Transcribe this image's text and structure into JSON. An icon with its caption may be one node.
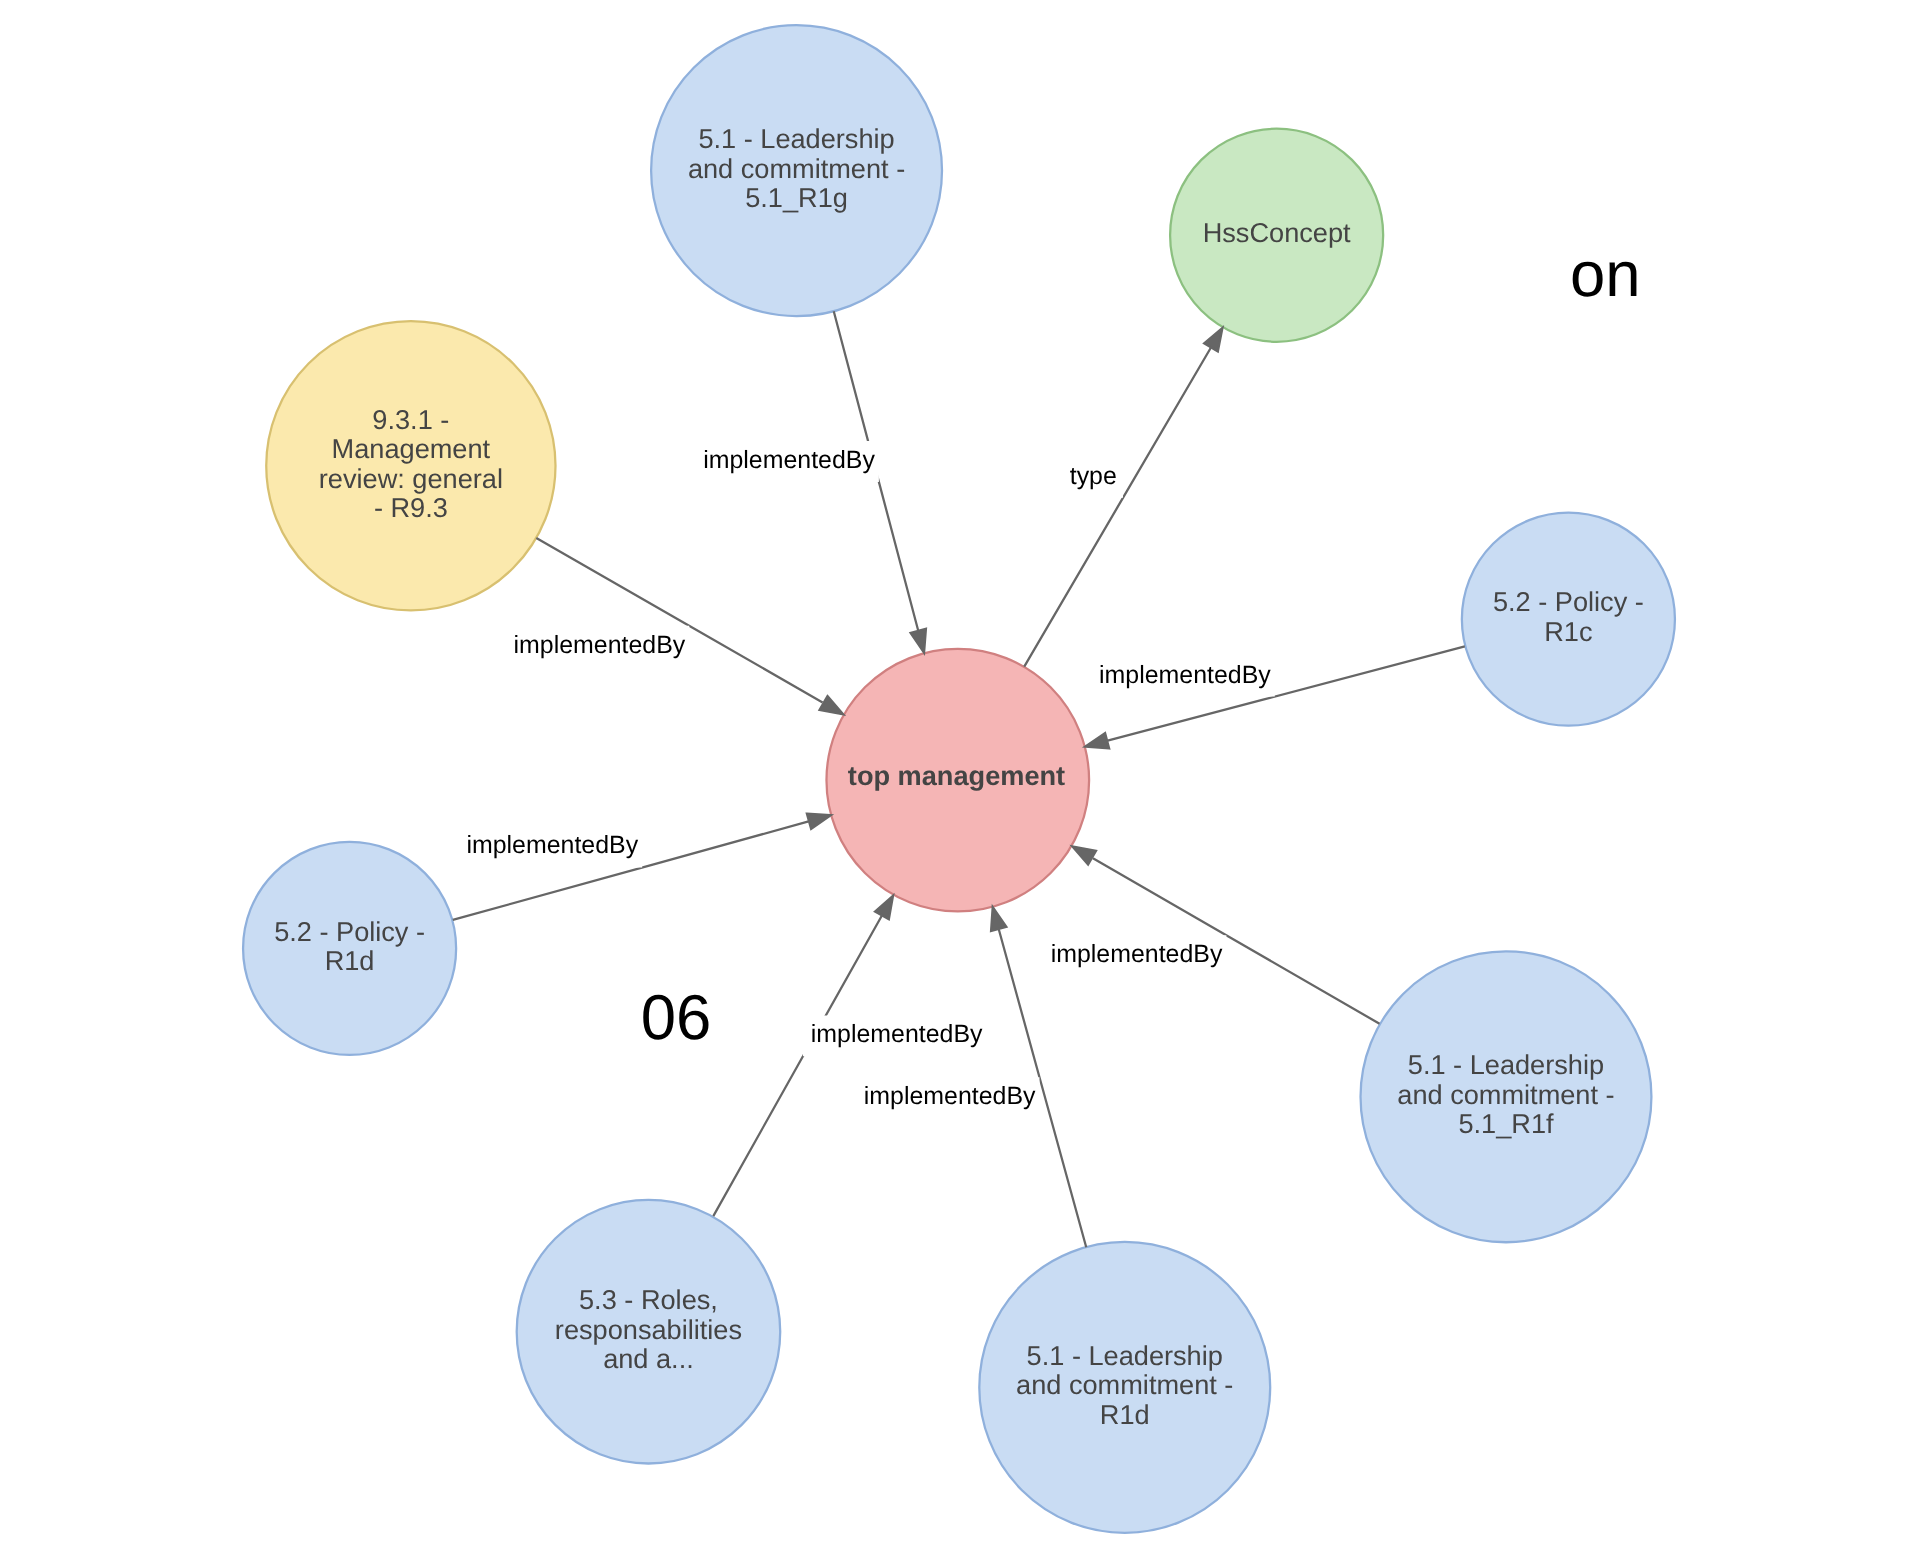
{
  "diagram": {
    "nodes": [
      {
        "text": [
          "top management"
        ]
      },
      {
        "text": [
          "5.2 - Policy - R1c"
        ]
      },
      {
        "text": [
          "5.3 - Roles, responsabilities and a..."
        ]
      },
      {
        "text": [
          "9.3.1 - Management review: general - R9.3"
        ]
      },
      {
        "text": [
          "HssConcept"
        ]
      },
      {
        "text": [
          "5.1 - Leadership and commitment - 5.1_R1g"
        ]
      },
      {
        "text": [
          "5.2 - Policy - R1d"
        ]
      },
      {
        "text": [
          "5.1 - Leadership and commitment - 5.1_R1f"
        ]
      },
      {
        "text": [
          "5.1 - Leadership and commitment - R1d"
        ]
      }
    ],
    "edges": [
      {
        "from": 1,
        "to": 0,
        "arrow": "to",
        "label": "implementedBy"
      },
      {
        "from": 2,
        "to": 0,
        "arrow": "to",
        "label": "implementedBy"
      },
      {
        "from": 3,
        "to": 0,
        "arrow": "to",
        "label": "implementedBy"
      },
      {
        "from": 0,
        "to": 4,
        "arrow": "to",
        "label": "type"
      },
      {
        "from": 5,
        "to": 0,
        "arrow": "to",
        "label": "implementedBy"
      },
      {
        "from": 6,
        "to": 0,
        "arrow": "to",
        "label": "implementedBy"
      },
      {
        "from": 7,
        "to": 0,
        "arrow": "to",
        "label": "implementedBy"
      },
      {
        "from": 8,
        "to": 0,
        "arrow": "to",
        "label": "implementedBy"
      }
    ],
    "labels": [
      "06",
      "on"
    ]
  }
}
